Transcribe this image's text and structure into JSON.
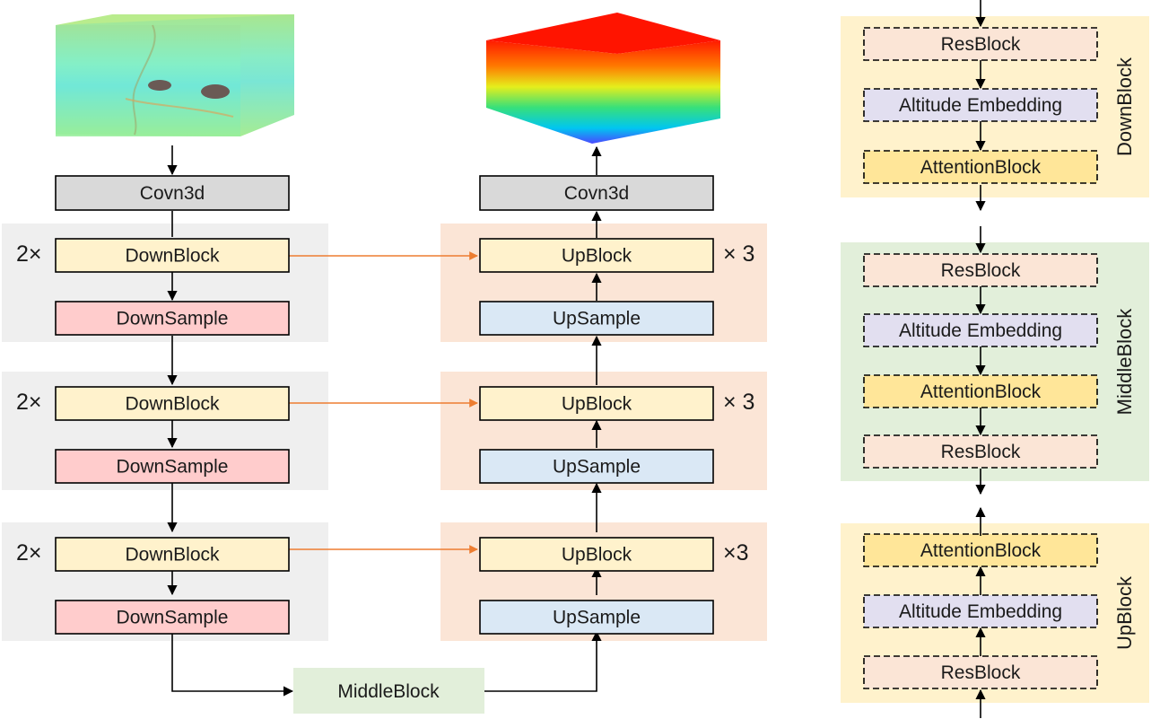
{
  "unet": {
    "encoder": {
      "conv_label": "Covn3d",
      "stages": [
        {
          "repeat_label": "2×",
          "block_label": "DownBlock",
          "sample_label": "DownSample"
        },
        {
          "repeat_label": "2×",
          "block_label": "DownBlock",
          "sample_label": "DownSample"
        },
        {
          "repeat_label": "2×",
          "block_label": "DownBlock",
          "sample_label": "DownSample"
        }
      ]
    },
    "decoder": {
      "conv_label": "Covn3d",
      "stages": [
        {
          "repeat_label": "× 3",
          "block_label": "UpBlock",
          "sample_label": "UpSample"
        },
        {
          "repeat_label": "× 3",
          "block_label": "UpBlock",
          "sample_label": "UpSample"
        },
        {
          "repeat_label": "×3",
          "block_label": "UpBlock",
          "sample_label": "UpSample"
        }
      ]
    },
    "middle_label": "MiddleBlock"
  },
  "detail": {
    "downblock": {
      "title": "DownBlock",
      "layers": [
        "ResBlock",
        "Altitude Embedding",
        "AttentionBlock"
      ]
    },
    "middleblock": {
      "title": "MiddleBlock",
      "layers": [
        "ResBlock",
        "Altitude Embedding",
        "AttentionBlock",
        "ResBlock"
      ]
    },
    "upblock": {
      "title": "UpBlock",
      "layers": [
        "AttentionBlock",
        "Altitude Embedding",
        "ResBlock"
      ]
    }
  },
  "colors": {
    "conv": "#d9d9d9",
    "downblock": "#fff2cc",
    "downsample": "#ffcccc",
    "upsample": "#dae8f5",
    "encoder_bg": "#efefef",
    "decoder_bg": "#fbe5d6",
    "middle": "#e2efda",
    "resblock": "#fbe5d6",
    "altitude": "#e2dff0",
    "attention": "#ffe699",
    "skip_arrow": "#ed7d31"
  }
}
